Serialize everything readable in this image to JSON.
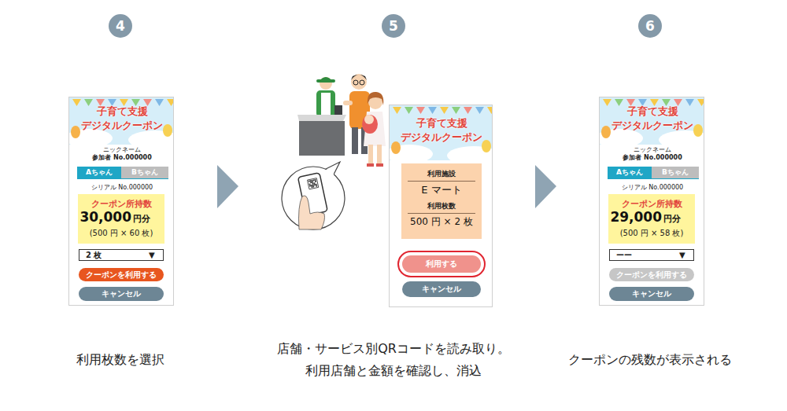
{
  "diagram": {
    "nodes": [
      {
        "text": [
          "4"
        ]
      },
      {
        "text": [
          "5"
        ]
      },
      {
        "text": [
          "6"
        ]
      },
      {
        "text": [
          "子育て支援 デジタルクーポン",
          "ニックネーム",
          "参加者 No.000000",
          "シリアル No.000000"
        ]
      },
      {
        "text": [
          "Aちゃん"
        ],
        "in": 3
      },
      {
        "text": [
          "Bちゃん"
        ],
        "in": 3
      },
      {
        "text": [
          "クーポン所持数",
          "30,000",
          "円分",
          "(500 円 × 60 枚)"
        ],
        "in": 3
      },
      {
        "text": [
          "2 枚",
          "▼"
        ],
        "in": 3
      },
      {
        "text": [
          "クーポンを利用する"
        ],
        "in": 3
      },
      {
        "text": [
          "キャンセル"
        ],
        "in": 3
      },
      {
        "text": [
          "子育て支援 デジタルクーポン"
        ]
      },
      {
        "text": [
          "利用施設",
          "E マート",
          "利用枚数",
          "500 円 × 2 枚"
        ],
        "in": 10
      },
      {
        "text": [
          "利用する"
        ],
        "in": 10
      },
      {
        "text": [
          "キャンセル"
        ],
        "in": 10
      },
      {
        "text": [
          "子育て支援 デジタルクーポン",
          "ニックネーム",
          "参加者 No.000000",
          "シリアル No.000000"
        ]
      },
      {
        "text": [
          "Aちゃん"
        ],
        "in": 14
      },
      {
        "text": [
          "Bちゃん"
        ],
        "in": 14
      },
      {
        "text": [
          "クーポン所持数",
          "29,000",
          "円分",
          "(500 円 × 58 枚)"
        ],
        "in": 14
      },
      {
        "text": [
          "ーー",
          "▼"
        ],
        "in": 14
      },
      {
        "text": [
          "クーポンを利用する"
        ],
        "in": 14
      },
      {
        "text": [
          "キャンセル"
        ],
        "in": 14
      }
    ],
    "labels": [
      "利用枚数を選択",
      "店舗・サービス別QRコードを読み取り。 利用店舗と金額を確認し、消込",
      "クーポンの残数が表示される"
    ]
  }
}
